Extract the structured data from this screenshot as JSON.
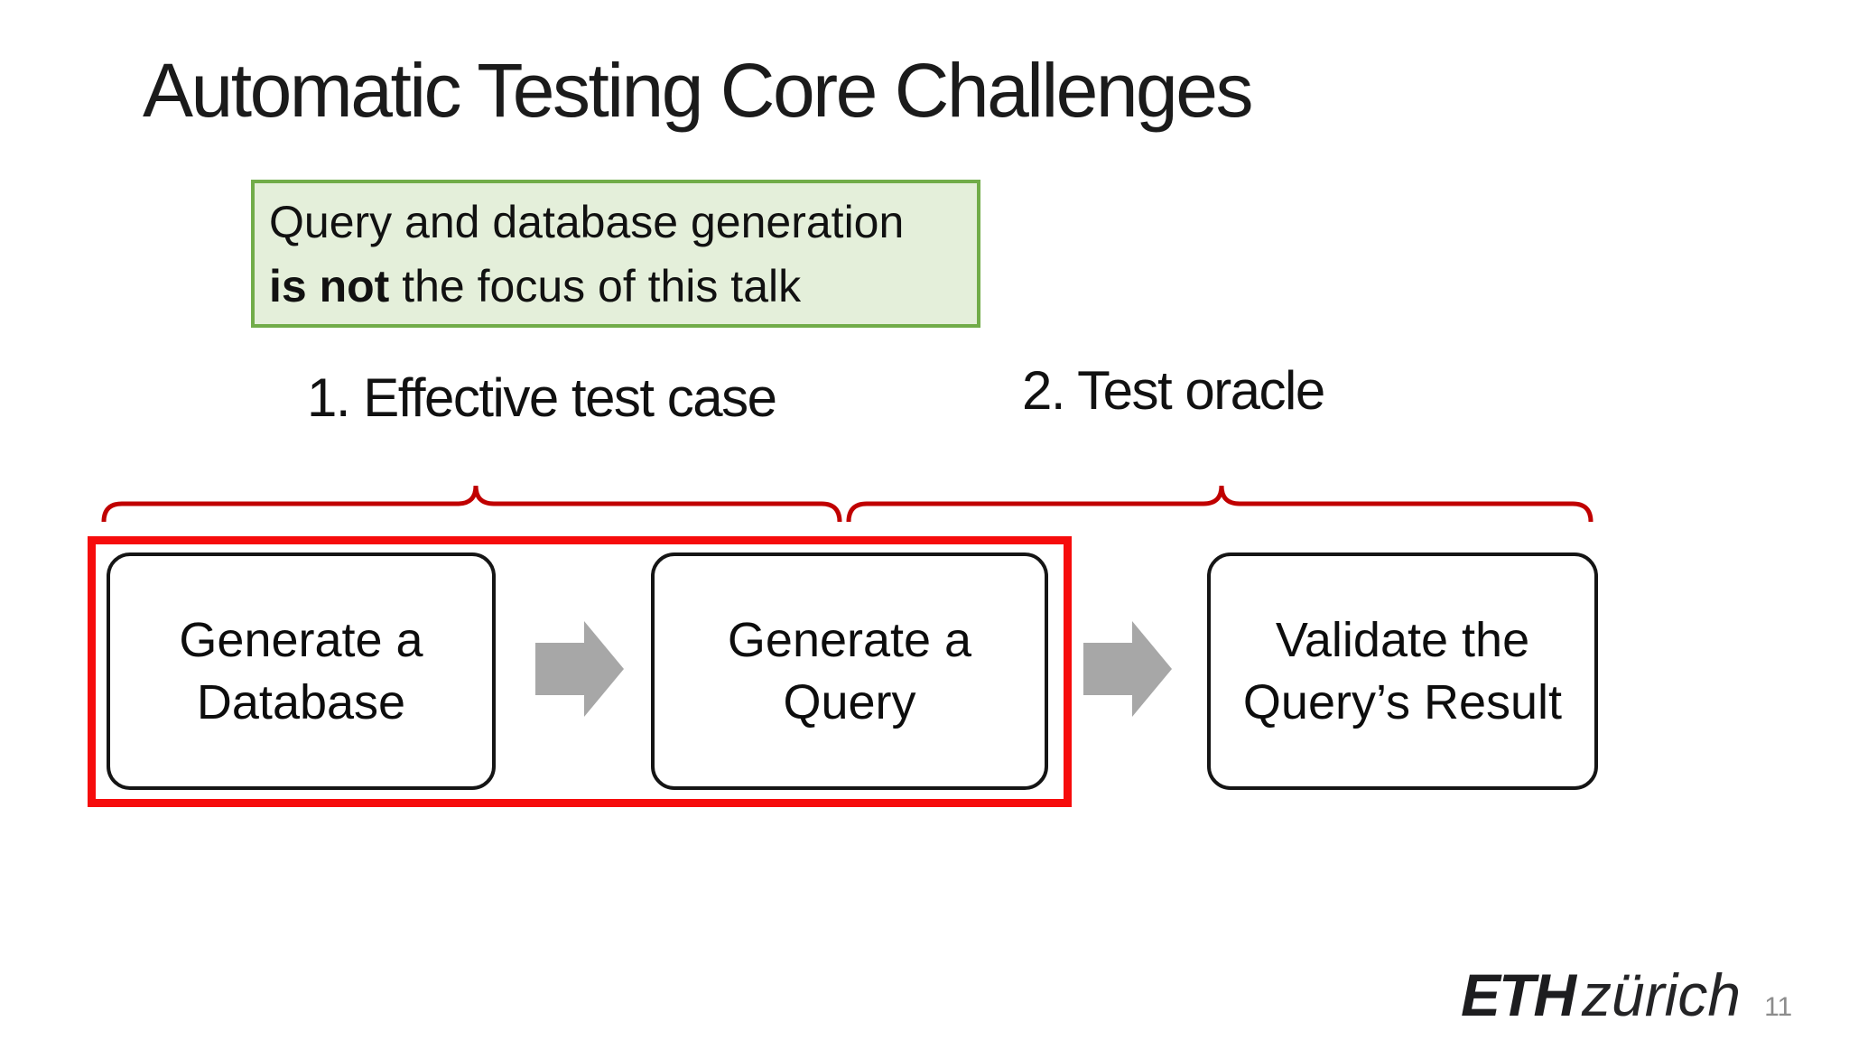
{
  "slide": {
    "title": "Automatic Testing Core Challenges",
    "note_box": {
      "line1": "Query and database generation",
      "line2_bold": "is not",
      "line2_rest": " the focus of this talk"
    },
    "challenges": [
      {
        "label": "1. Effective test case"
      },
      {
        "label": "2. Test oracle"
      }
    ],
    "flow": [
      {
        "line1": "Generate a",
        "line2": "Database"
      },
      {
        "line1": "Generate a",
        "line2": "Query"
      },
      {
        "line1": "Validate the",
        "line2": "Query’s Result"
      }
    ],
    "footer": {
      "logo_eth": "ETH",
      "logo_city": "zürich",
      "page_number": "11"
    },
    "colors": {
      "note_fill": "#E4EFDA",
      "note_border": "#71AC49",
      "brace": "#C00000",
      "highlight_red": "#F60C0C",
      "arrow_gray": "#A7A7A7",
      "box_border": "#151515",
      "text": "#111111",
      "page_number_gray": "#8c8c8c"
    }
  }
}
